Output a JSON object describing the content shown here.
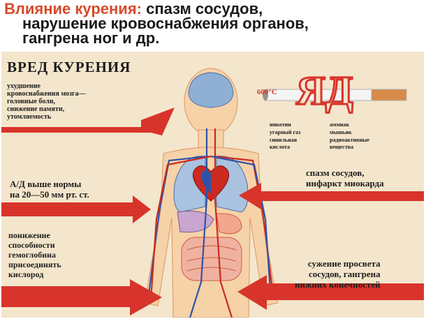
{
  "header": {
    "accent": "Влияние курения:",
    "line1_rest": " спазм сосудов,",
    "line2": "нарушение кровоснабжения органов,",
    "line3": "гангрена ног и др."
  },
  "poster": {
    "title": "ВРЕД КУРЕНИЯ",
    "brain_text": [
      "ухудшение",
      "кровоснабжения мозга—",
      "головные боли,",
      "снижение памяти,",
      "утомляемость"
    ],
    "pressure_text": [
      "А/Д выше нормы",
      "на 20—50 мм рт. ст."
    ],
    "hemoglobin_text": [
      "понижение",
      "способности",
      "гемоглобина",
      "присоединять",
      "кислород"
    ],
    "spasm_text": [
      "спазм сосудов,",
      "инфаркт миокарда"
    ],
    "narrowing_text": [
      "сужение просвета",
      "сосудов, гангрена",
      "нижних конечностей"
    ],
    "poison_word": "ЯД",
    "temperature": "600°С",
    "toxins": [
      "никотин",
      "аммиак",
      "угарный газ",
      "мышьяк",
      "синильная",
      "радиоактивные",
      "кислота",
      "вещества"
    ]
  },
  "colors": {
    "accent": "#d64a2a",
    "poster_bg": "#f4e6cc",
    "arrow_red": "#d8342b",
    "body_fill": "#f6d2a8",
    "vessel_red": "#cc2a20",
    "vessel_blue": "#2f53a8"
  }
}
